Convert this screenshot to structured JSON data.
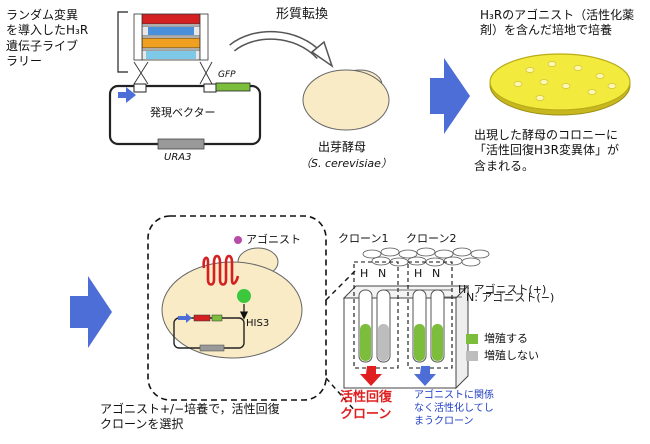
{
  "library_text": [
    "ランダム変異",
    "を導入したH₃R",
    "遺伝子ライブ",
    "ラリー"
  ],
  "transformation_label": "形質転換",
  "gfp_label": "GFP",
  "vector_label": "発現ベクター",
  "ura3_label": "URA3",
  "yeast_name": "出芽酵母",
  "yeast_species": "（S. cerevisiae）",
  "culture_text": [
    "H₃Rのアゴニスト（活性化薬",
    "剤）を含んだ培地で培養"
  ],
  "colony_text": [
    "出現した酵母のコロニーに",
    "「活性回復H3R変異体」が",
    "含まれる。"
  ],
  "agonist_label": "アゴニスト",
  "his3_label": "HIS3",
  "clone1_label": "クローン1",
  "clone2_label": "クローン2",
  "h_label": "H",
  "n_label": "N",
  "h_legend": "H: アゴニスト(+)",
  "n_legend": "N: アゴニスト(−)",
  "legend_grow": "増殖する",
  "legend_nogrow": "増殖しない",
  "select_text": [
    "アゴニスト+/−培養で，活性回復",
    "クローンを選択"
  ],
  "result_red": [
    "活性回復",
    "クローン"
  ],
  "result_blue": [
    "アゴニストに関係",
    "なく活性化してし",
    "まうクローン"
  ],
  "colors": {
    "arrow_blue": "#4d6ed6",
    "grow_green": "#7cbd3c",
    "nogrow_gray": "#bdbdbd",
    "plate_yellow": "#f2ea3c",
    "receptor_red": "#d42020",
    "result_red": "#e02020",
    "result_blue": "#1f3fc4"
  }
}
